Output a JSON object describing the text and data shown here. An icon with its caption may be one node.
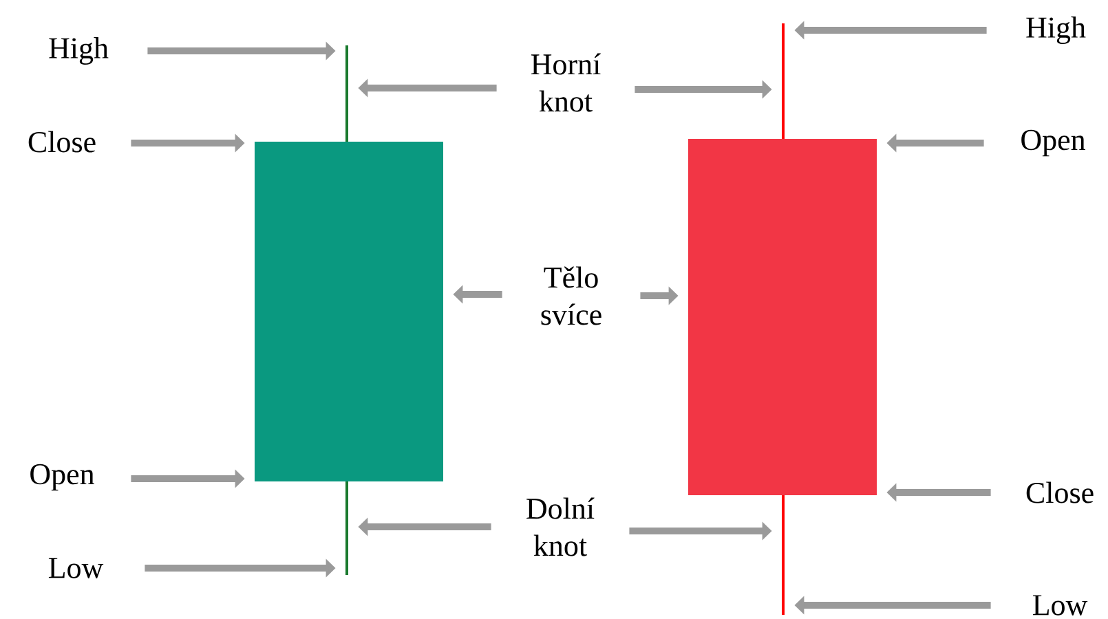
{
  "diagram": {
    "nodes": [
      {
        "text": [
          "High"
        ]
      },
      {
        "text": [
          "Close"
        ]
      },
      {
        "text": [
          "Open"
        ]
      },
      {
        "text": [
          "Low"
        ]
      },
      {
        "text": [
          "Horní knot"
        ]
      },
      {
        "text": [
          "Tělo svíce"
        ]
      },
      {
        "text": [
          "Dolní knot"
        ]
      },
      {
        "text": [
          "High"
        ]
      },
      {
        "text": [
          "Open"
        ]
      },
      {
        "text": [
          "Close"
        ]
      },
      {
        "text": [
          "Low"
        ]
      },
      {
        "text": [],
        "shape": "box"
      },
      {
        "text": [],
        "shape": "box"
      },
      {
        "text": [],
        "shape": "bar"
      },
      {
        "text": [],
        "shape": "bar"
      },
      {
        "text": [],
        "shape": "bar"
      },
      {
        "text": [],
        "shape": "bar"
      }
    ],
    "edges": [
      {
        "from": 0,
        "to": 13,
        "arrow": "to"
      },
      {
        "from": 1,
        "to": 11,
        "arrow": "to"
      },
      {
        "from": 2,
        "to": 11,
        "arrow": "to"
      },
      {
        "from": 3,
        "to": 14,
        "arrow": "to"
      },
      {
        "from": 4,
        "to": 13,
        "arrow": "to"
      },
      {
        "from": 4,
        "to": 15,
        "arrow": "to"
      },
      {
        "from": 5,
        "to": 11,
        "arrow": "to"
      },
      {
        "from": 5,
        "to": 12,
        "arrow": "to"
      },
      {
        "from": 6,
        "to": 14,
        "arrow": "to"
      },
      {
        "from": 6,
        "to": 16,
        "arrow": "to"
      },
      {
        "from": 7,
        "to": 15,
        "arrow": "to"
      },
      {
        "from": 8,
        "to": 12,
        "arrow": "to"
      },
      {
        "from": 9,
        "to": 12,
        "arrow": "to"
      },
      {
        "from": 10,
        "to": 16,
        "arrow": "to"
      }
    ]
  }
}
